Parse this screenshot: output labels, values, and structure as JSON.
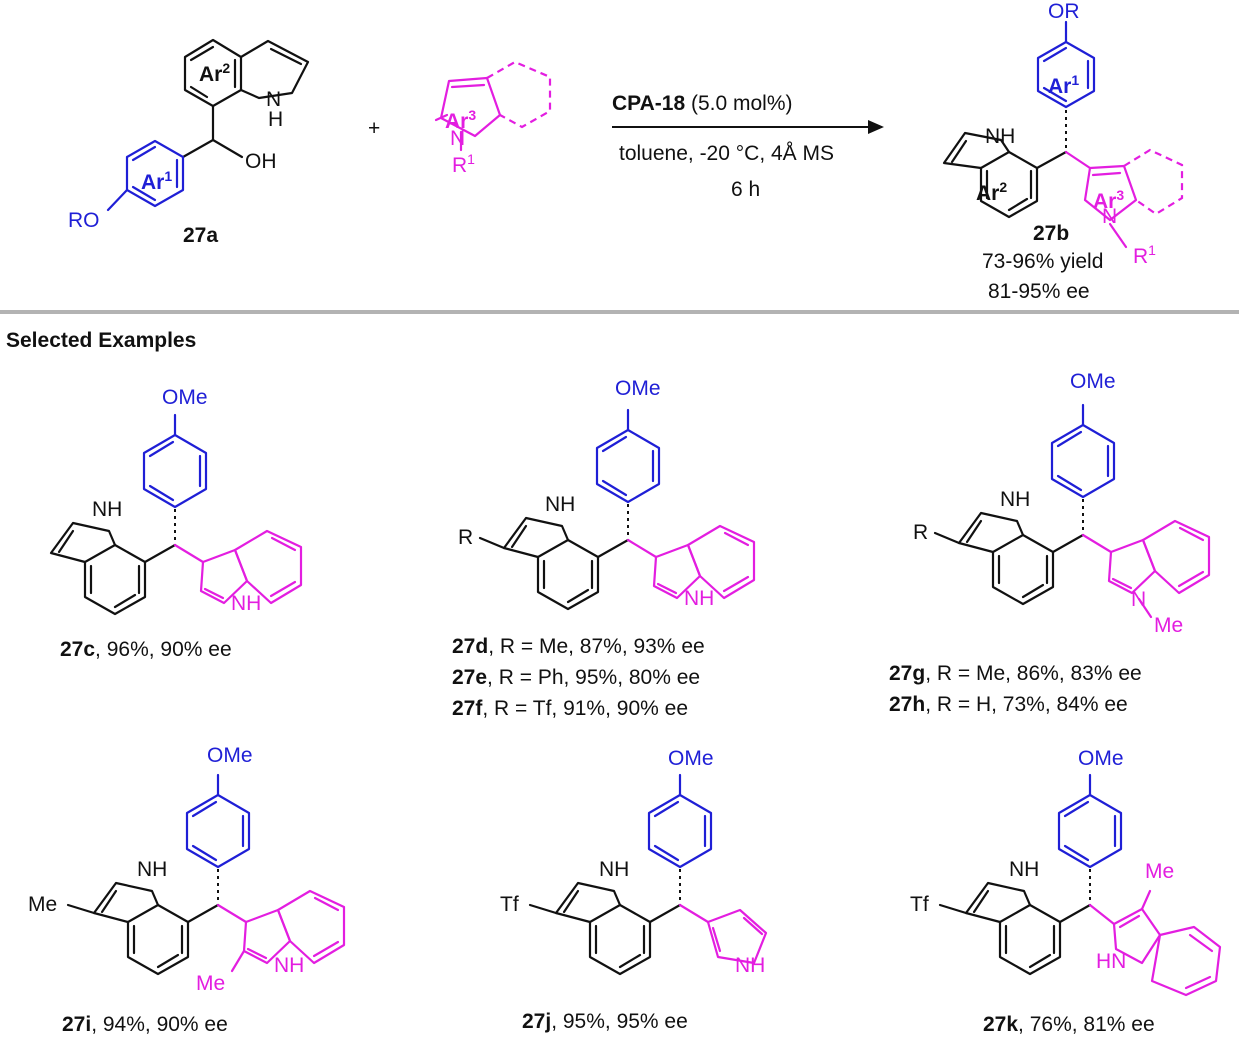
{
  "reaction": {
    "reactant_label": "27a",
    "product_label": "27b",
    "plus": "+",
    "catalyst_name": "CPA-18",
    "catalyst_loading": " (5.0 mol%)",
    "conditions_line": "toluene, -20 °C, 4Å MS",
    "time": "6 h",
    "yield_range": "73-96% yield",
    "ee_range": "81-95% ee",
    "atoms": {
      "nh": "NH",
      "n": "N",
      "h": "H",
      "oh": "OH",
      "ro": "RO",
      "or": "OR",
      "r1": "R",
      "r1_sup": "1",
      "ar": "Ar",
      "ar1_sup": "1",
      "ar2_sup": "2",
      "ar3_sup": "3"
    }
  },
  "section_title": "Selected Examples",
  "atoms": {
    "ome": "OMe",
    "nh": "NH",
    "n": "N",
    "me": "Me",
    "r": "R",
    "tf": "Tf",
    "hn": "HN"
  },
  "examples": [
    {
      "lines": [
        {
          "id": "27c",
          "rest": ", 96%, 90% ee"
        }
      ]
    },
    {
      "lines": [
        {
          "id": "27d",
          "rest": ", R = Me, 87%, 93% ee"
        },
        {
          "id": "27e",
          "rest": ", R = Ph, 95%, 80% ee"
        },
        {
          "id": "27f",
          "rest": ", R = Tf, 91%, 90% ee"
        }
      ]
    },
    {
      "lines": [
        {
          "id": "27g",
          "rest": ", R = Me, 86%, 83% ee"
        },
        {
          "id": "27h",
          "rest": ", R = H, 73%, 84% ee"
        }
      ]
    },
    {
      "lines": [
        {
          "id": "27i",
          "rest": ", 94%, 90% ee"
        }
      ]
    },
    {
      "lines": [
        {
          "id": "27j",
          "rest": ", 95%, 95% ee"
        }
      ]
    },
    {
      "lines": [
        {
          "id": "27k",
          "rest": ", 76%, 81% ee"
        }
      ]
    }
  ],
  "colors": {
    "aryl_1": "#1f1fd6",
    "aryl_3": "#e31ee0",
    "divider": "#b3b3b3",
    "text": "#111111"
  }
}
